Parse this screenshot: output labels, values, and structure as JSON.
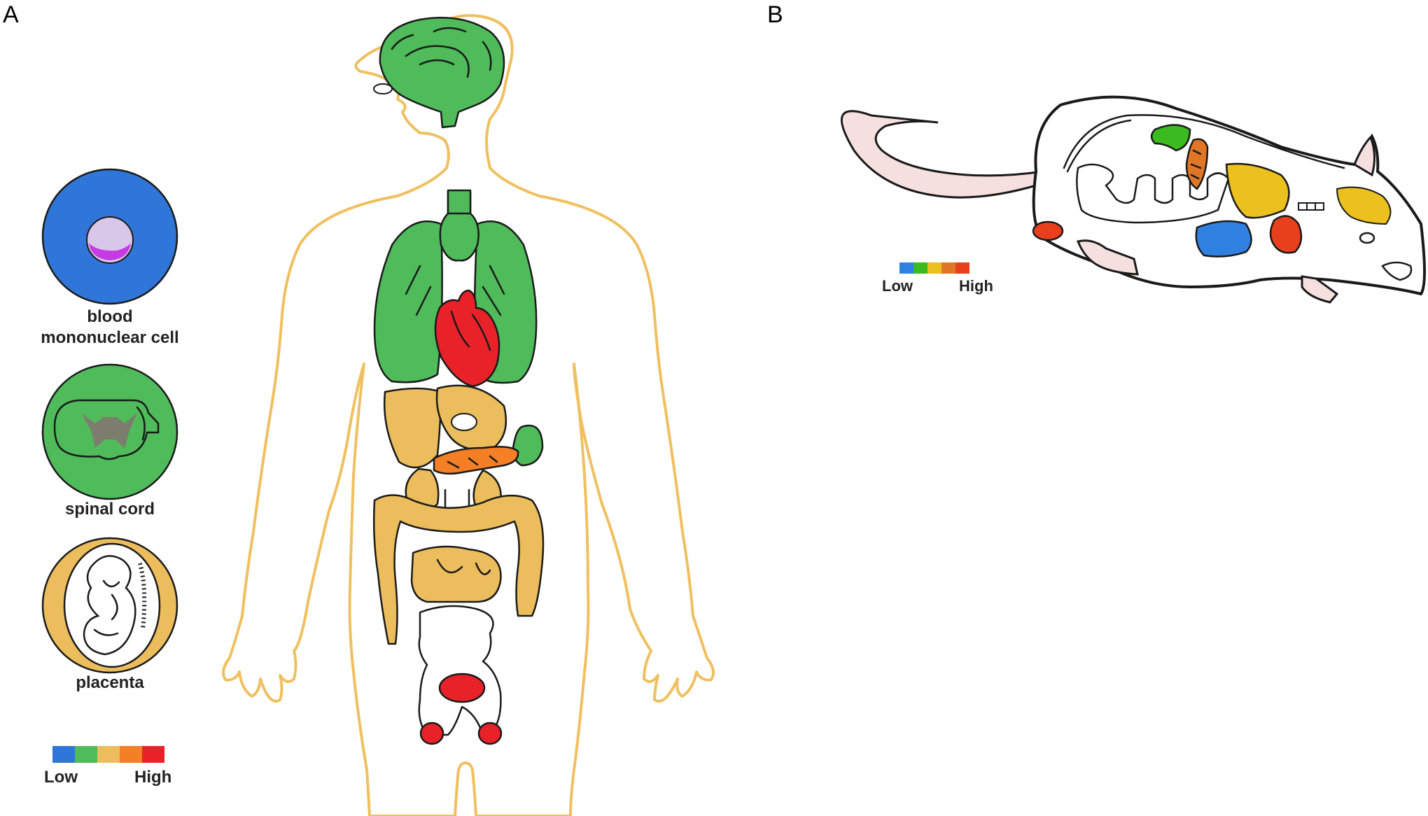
{
  "panels": {
    "a": {
      "letter": "A"
    },
    "b": {
      "letter": "B"
    }
  },
  "colors": {
    "low": "#2f76d8",
    "low_mid": "#4fbb5b",
    "mid": "#ebbd5c",
    "mid_high": "#f47f25",
    "high": "#e9222a",
    "body_outline": "#f0c060",
    "mouse_skin": "#f6dfdf",
    "mouse_yellow": "#ecc01d",
    "mouse_orange": "#e07626",
    "mouse_green": "#3bbb1f",
    "mouse_blue": "#2f80e0",
    "mouse_red": "#e8401c"
  },
  "human_tissues": [
    {
      "name": "blood mononuclear cell",
      "label_lines": [
        "blood",
        "mononuclear cell"
      ],
      "level": "low",
      "icon": "cell-icon"
    },
    {
      "name": "spinal cord",
      "label_lines": [
        "spinal cord"
      ],
      "level": "low_mid",
      "icon": "spinal-cord-cross-section-icon"
    },
    {
      "name": "placenta",
      "label_lines": [
        "placenta"
      ],
      "level": "mid",
      "icon": "fetus-in-placenta-icon"
    }
  ],
  "human_organs": [
    {
      "organ": "brain",
      "level": "low_mid"
    },
    {
      "organ": "lungs",
      "level": "low_mid"
    },
    {
      "organ": "thyroid",
      "level": "low_mid"
    },
    {
      "organ": "heart",
      "level": "high"
    },
    {
      "organ": "liver",
      "level": "mid"
    },
    {
      "organ": "stomach",
      "level": "mid"
    },
    {
      "organ": "spleen",
      "level": "low_mid"
    },
    {
      "organ": "pancreas",
      "level": "mid_high"
    },
    {
      "organ": "kidneys",
      "level": "mid"
    },
    {
      "organ": "intestine",
      "level": "mid"
    },
    {
      "organ": "bladder",
      "level": "high"
    },
    {
      "organ": "testes",
      "level": "high"
    }
  ],
  "mouse_organs": [
    {
      "organ": "brain",
      "level": "mid"
    },
    {
      "organ": "heart",
      "level": "high"
    },
    {
      "organ": "lung",
      "level": "mid"
    },
    {
      "organ": "liver",
      "level": "low"
    },
    {
      "organ": "kidney",
      "level": "low_mid"
    },
    {
      "organ": "pancreas",
      "level": "mid_high"
    },
    {
      "organ": "testis",
      "level": "high"
    }
  ],
  "legend_a": {
    "low": "Low",
    "high": "High",
    "swatches": [
      "low",
      "low_mid",
      "mid",
      "mid_high",
      "high"
    ]
  },
  "legend_b": {
    "low": "Low",
    "high": "High",
    "swatches": [
      "low",
      "low_mid",
      "mid",
      "mid_high",
      "high"
    ]
  }
}
